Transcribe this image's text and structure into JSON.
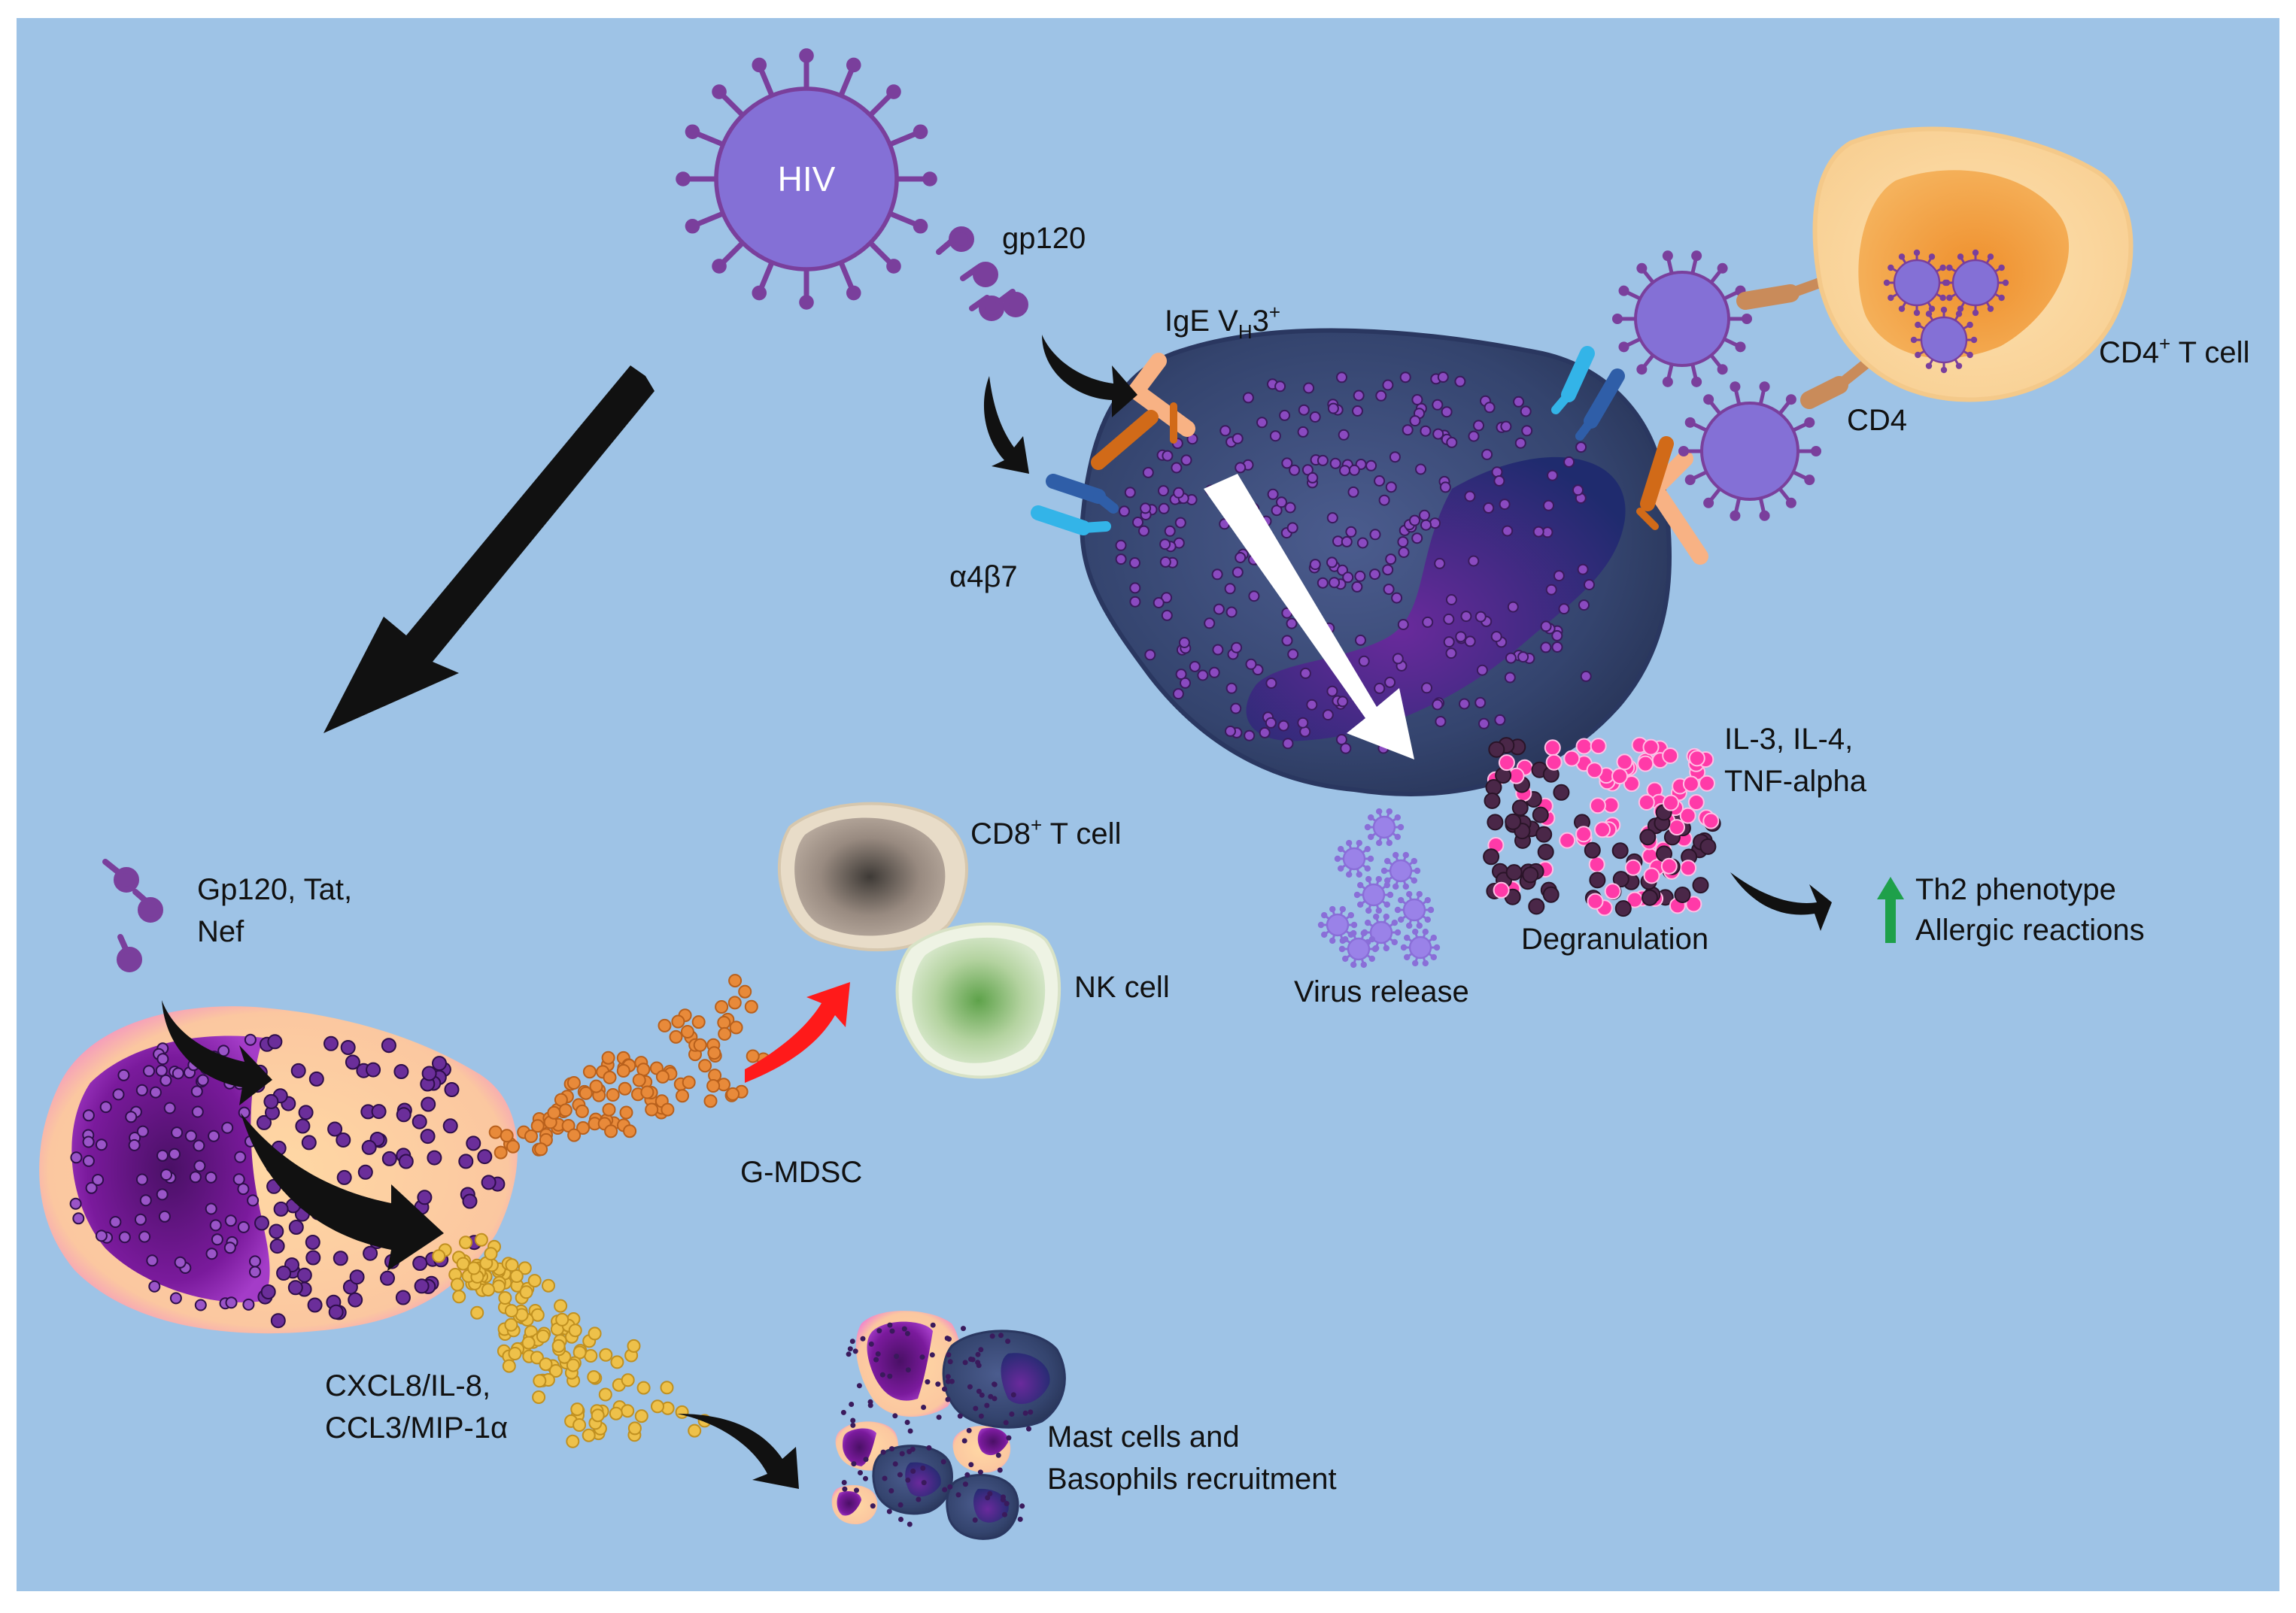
{
  "labels": {
    "hiv": "HIV",
    "gp120": "gp120",
    "ige_prefix": "IgE V",
    "ige_sub": "H",
    "ige_suffix": "3",
    "ige_sup": "+",
    "a4b7": "α4β7",
    "cd4_t_cell_prefix": "CD4",
    "cd4_t_cell_sup": "+",
    "cd4_t_cell_suffix": " T cell",
    "cd4": "CD4",
    "cd8_t_cell_prefix": "CD8",
    "cd8_t_cell_sup": "+",
    "cd8_t_cell_suffix": " T cell",
    "nk_cell": "NK cell",
    "gp120_tat_line1": "Gp120, Tat,",
    "gp120_tat_line2": "Nef",
    "g_mdsc": "G-MDSC",
    "cytokines_line1": "IL-3, IL-4,",
    "cytokines_line2": "TNF-alpha",
    "degranulation": "Degranulation",
    "virus_release": "Virus release",
    "th2": "Th2 phenotype",
    "allergic": "Allergic reactions",
    "chemokines_line1": "CXCL8/IL-8,",
    "chemokines_line2": "CCL3/MIP-1α",
    "recruitment_line1": "Mast cells and",
    "recruitment_line2": "Basophils recruitment"
  },
  "colors": {
    "background": "#9ec3e6",
    "hiv_body": "#8470d6",
    "hiv_spike": "#7a3f9c",
    "basophil_body": "#3b4a7a",
    "basophil_nucleus": "#5a2a8c",
    "granule": "#6b2e9a",
    "cytokine_pink": "#ff3aa8",
    "cytokine_dark": "#4a2748",
    "g_mdsc_dots": "#e88a3a",
    "chemokine_dots": "#eec14a",
    "mast_cell_edge": "#f06ec8",
    "mast_cell_body": "#ffd09a",
    "cd4_t_cell_body": "#fbd7a0",
    "cd4_t_cell_nucleus": "#f2a03c",
    "cd8_t_cell": "#9e8e82",
    "nk_cell": "#a8c890",
    "arrow_black": "#111111",
    "arrow_white": "#ffffff",
    "arrow_red": "#ff1a1a",
    "arrow_green": "#1ea04a",
    "antibody_orange": "#f8b284",
    "antibody_dark_orange": "#d16a18",
    "integrin_light": "#33b4e8",
    "integrin_dark": "#2f5ea8",
    "cd4_receptor": "#c98b5a"
  }
}
